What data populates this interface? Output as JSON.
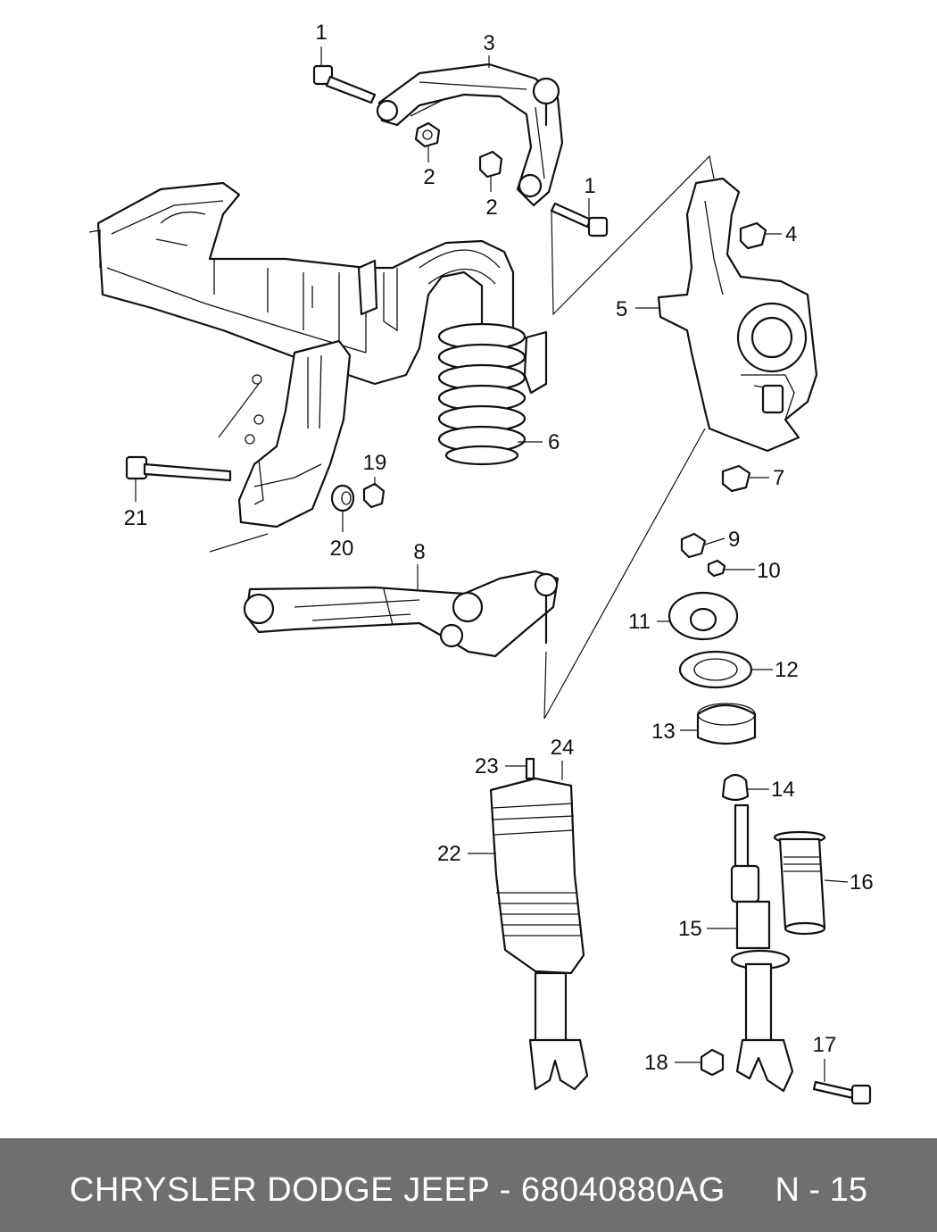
{
  "callouts": [
    {
      "id": "c1a",
      "label": "1"
    },
    {
      "id": "c1b",
      "label": "1"
    },
    {
      "id": "c2a",
      "label": "2"
    },
    {
      "id": "c2b",
      "label": "2"
    },
    {
      "id": "c3",
      "label": "3"
    },
    {
      "id": "c4",
      "label": "4"
    },
    {
      "id": "c5",
      "label": "5"
    },
    {
      "id": "c6",
      "label": "6"
    },
    {
      "id": "c7",
      "label": "7"
    },
    {
      "id": "c8",
      "label": "8"
    },
    {
      "id": "c9",
      "label": "9"
    },
    {
      "id": "c10",
      "label": "10"
    },
    {
      "id": "c11",
      "label": "11"
    },
    {
      "id": "c12",
      "label": "12"
    },
    {
      "id": "c13",
      "label": "13"
    },
    {
      "id": "c14",
      "label": "14"
    },
    {
      "id": "c15",
      "label": "15"
    },
    {
      "id": "c16",
      "label": "16"
    },
    {
      "id": "c17",
      "label": "17"
    },
    {
      "id": "c18",
      "label": "18"
    },
    {
      "id": "c19",
      "label": "19"
    },
    {
      "id": "c20",
      "label": "20"
    },
    {
      "id": "c21",
      "label": "21"
    },
    {
      "id": "c22",
      "label": "22"
    },
    {
      "id": "c23",
      "label": "23"
    },
    {
      "id": "c24",
      "label": "24"
    }
  ],
  "footer": {
    "title": "CHRYSLER DODGE JEEP - 68040880AG",
    "page": "N - 15"
  }
}
